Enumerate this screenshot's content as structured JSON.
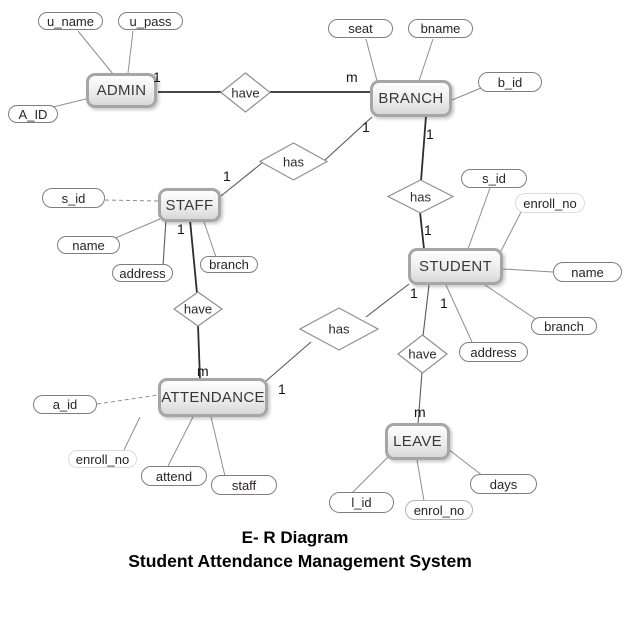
{
  "diagram": {
    "title": "E- R Diagram",
    "subtitle": "Student Attendance Management System"
  },
  "colors": {
    "background": "#ffffff",
    "entity_border": "#a6a6a6",
    "entity_fill": "#ededed",
    "attribute_border": "#7e7e7e",
    "connector_line": "#8f8f8f",
    "relationship_line": "#2e2e2e",
    "text": "#2b2b2b"
  },
  "entities": [
    {
      "label": "ADMIN"
    },
    {
      "label": "BRANCH"
    },
    {
      "label": "STAFF"
    },
    {
      "label": "STUDENT"
    },
    {
      "label": "ATTENDANCE"
    },
    {
      "label": "LEAVE"
    }
  ],
  "relationships": [
    {
      "label": "have"
    },
    {
      "label": "has"
    },
    {
      "label": "has"
    },
    {
      "label": "has"
    },
    {
      "label": "have"
    },
    {
      "label": "have"
    }
  ],
  "attributes": [
    {
      "label": "u_name"
    },
    {
      "label": "u_pass"
    },
    {
      "label": "A_ID"
    },
    {
      "label": "seat"
    },
    {
      "label": "bname"
    },
    {
      "label": "b_id"
    },
    {
      "label": "s_id"
    },
    {
      "label": "name"
    },
    {
      "label": "address"
    },
    {
      "label": "branch"
    },
    {
      "label": "s_id"
    },
    {
      "label": "enroll_no"
    },
    {
      "label": "name"
    },
    {
      "label": "branch"
    },
    {
      "label": "address"
    },
    {
      "label": "a_id"
    },
    {
      "label": "enroll_no"
    },
    {
      "label": "attend"
    },
    {
      "label": "staff"
    },
    {
      "label": "l_id"
    },
    {
      "label": "enrol_no"
    },
    {
      "label": "days"
    }
  ],
  "cardinalities": [
    "1",
    "m",
    "1",
    "1",
    "1",
    "1",
    "1",
    "m",
    "1",
    "1",
    "1",
    "m"
  ]
}
